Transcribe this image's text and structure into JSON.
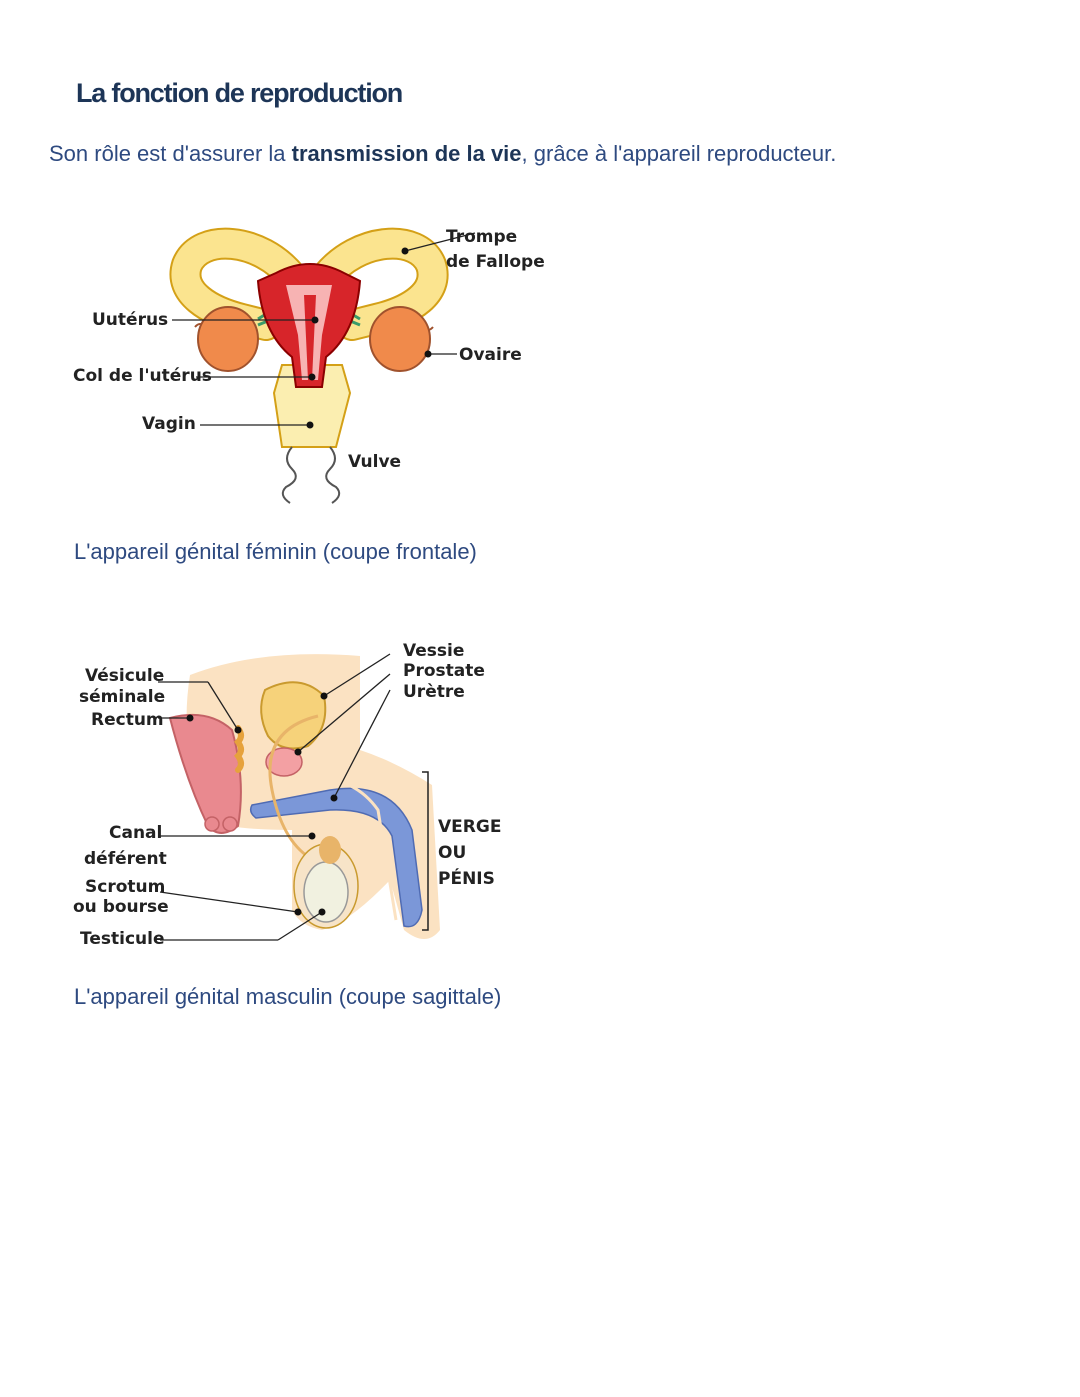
{
  "title": "La fonction de reproduction",
  "intro": {
    "before": "Son rôle est d'assurer la ",
    "bold": "transmission de la vie",
    "after": ", grâce à l'appareil reproducteur."
  },
  "female_figure": {
    "labels": {
      "trompe_line1": "Trompe",
      "trompe_line2": "de Fallope",
      "uterus": "Uutérus",
      "ovaire": "Ovaire",
      "col": "Col de l'utérus",
      "vagin": "Vagin",
      "vulve": "Vulve"
    },
    "caption": "L'appareil génital féminin (coupe frontale)"
  },
  "male_figure": {
    "labels": {
      "vessie": "Vessie",
      "prostate": "Prostate",
      "uretre": "Urètre",
      "vesicule_line1": "Vésicule",
      "vesicule_line2": "séminale",
      "rectum": "Rectum",
      "canal_line1": "Canal",
      "canal_line2": "déférent",
      "scrotum_line1": "Scrotum",
      "scrotum_line2": "ou bourse",
      "testicule": "Testicule",
      "verge_line1": "VERGE",
      "verge_line2": "OU",
      "verge_line3": "PÉNIS"
    },
    "caption": "L'appareil génital masculin (coupe sagittale)"
  }
}
